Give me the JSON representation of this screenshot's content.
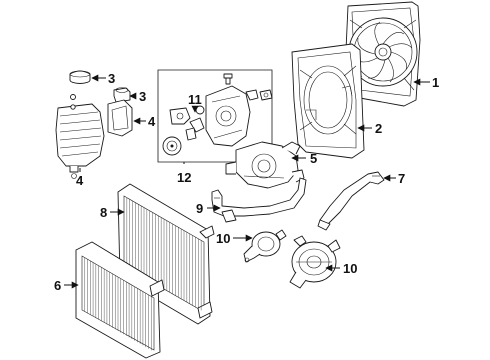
{
  "callouts": [
    {
      "id": "c1",
      "label": "1"
    },
    {
      "id": "c2",
      "label": "2"
    },
    {
      "id": "c3a",
      "label": "3"
    },
    {
      "id": "c3b",
      "label": "3"
    },
    {
      "id": "c4a",
      "label": "4"
    },
    {
      "id": "c4b",
      "label": "4"
    },
    {
      "id": "c5",
      "label": "5"
    },
    {
      "id": "c6",
      "label": "6"
    },
    {
      "id": "c7",
      "label": "7"
    },
    {
      "id": "c8",
      "label": "8"
    },
    {
      "id": "c9",
      "label": "9"
    },
    {
      "id": "c10a",
      "label": "10"
    },
    {
      "id": "c10b",
      "label": "10"
    },
    {
      "id": "c11",
      "label": "11"
    },
    {
      "id": "c12",
      "label": "12"
    }
  ],
  "colors": {
    "line": "#1a1a1a",
    "background": "#ffffff"
  }
}
